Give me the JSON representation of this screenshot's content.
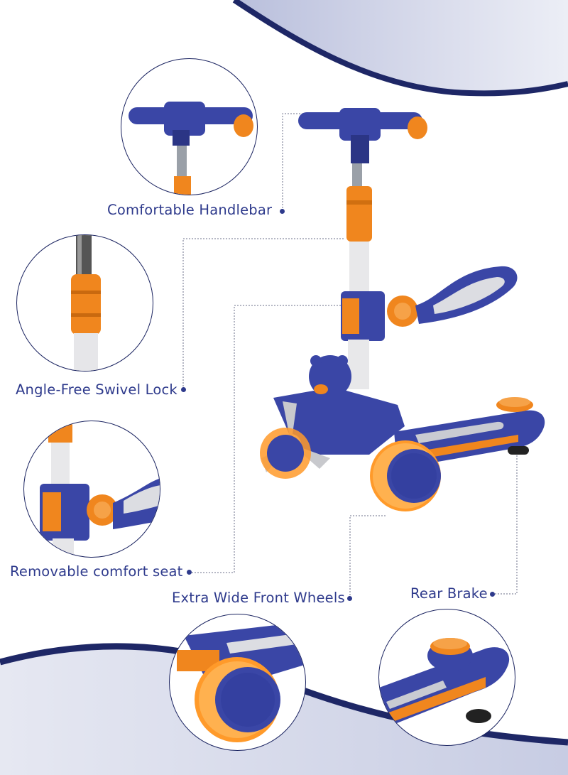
{
  "features": {
    "handlebar": "Comfortable Handlebar",
    "swivel": "Angle-Free Swivel Lock",
    "seat": "Removable comfort seat",
    "wheels": "Extra Wide Front Wheels",
    "brake": "Rear Brake"
  },
  "colors": {
    "navy": "#3a46a6",
    "navy_dark": "#2b3585",
    "orange": "#f0861e",
    "grey_pole": "#e8e8ea",
    "label_text": "#2e3a8c",
    "wave": "#1e2766"
  },
  "icons": [
    "zoom-detail-circle",
    "leader-dot"
  ]
}
